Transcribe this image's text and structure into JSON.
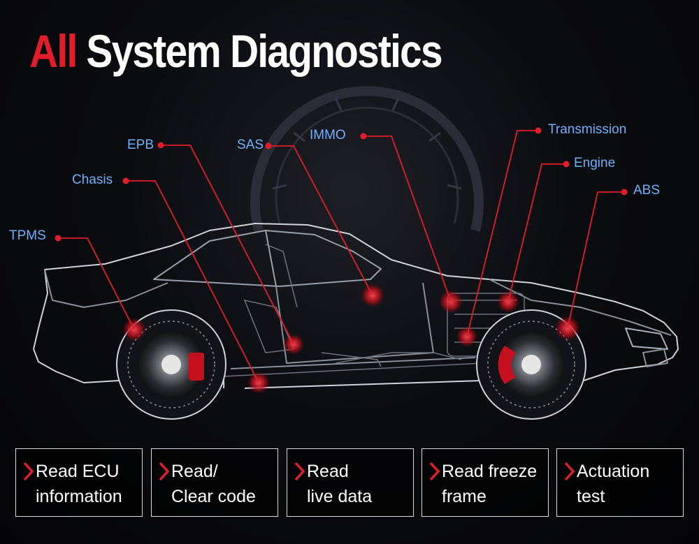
{
  "title": {
    "accent": "All",
    "rest": " System Diagnostics"
  },
  "labels": {
    "tpms": "TPMS",
    "chasis": "Chasis",
    "epb": "EPB",
    "sas": "SAS",
    "immo": "IMMO",
    "transmission": "Transmission",
    "engine": "Engine",
    "abs": "ABS"
  },
  "features": [
    {
      "line1": "Read ECU",
      "line2": "information"
    },
    {
      "line1": "Read/",
      "line2": "Clear code"
    },
    {
      "line1": "Read",
      "line2": "live data"
    },
    {
      "line1": "Read freeze",
      "line2": "frame"
    },
    {
      "line1": "Actuation",
      "line2": "test"
    }
  ],
  "colors": {
    "accent": "#e11d2b",
    "label": "#6fb1ff",
    "text": "#ffffff"
  }
}
